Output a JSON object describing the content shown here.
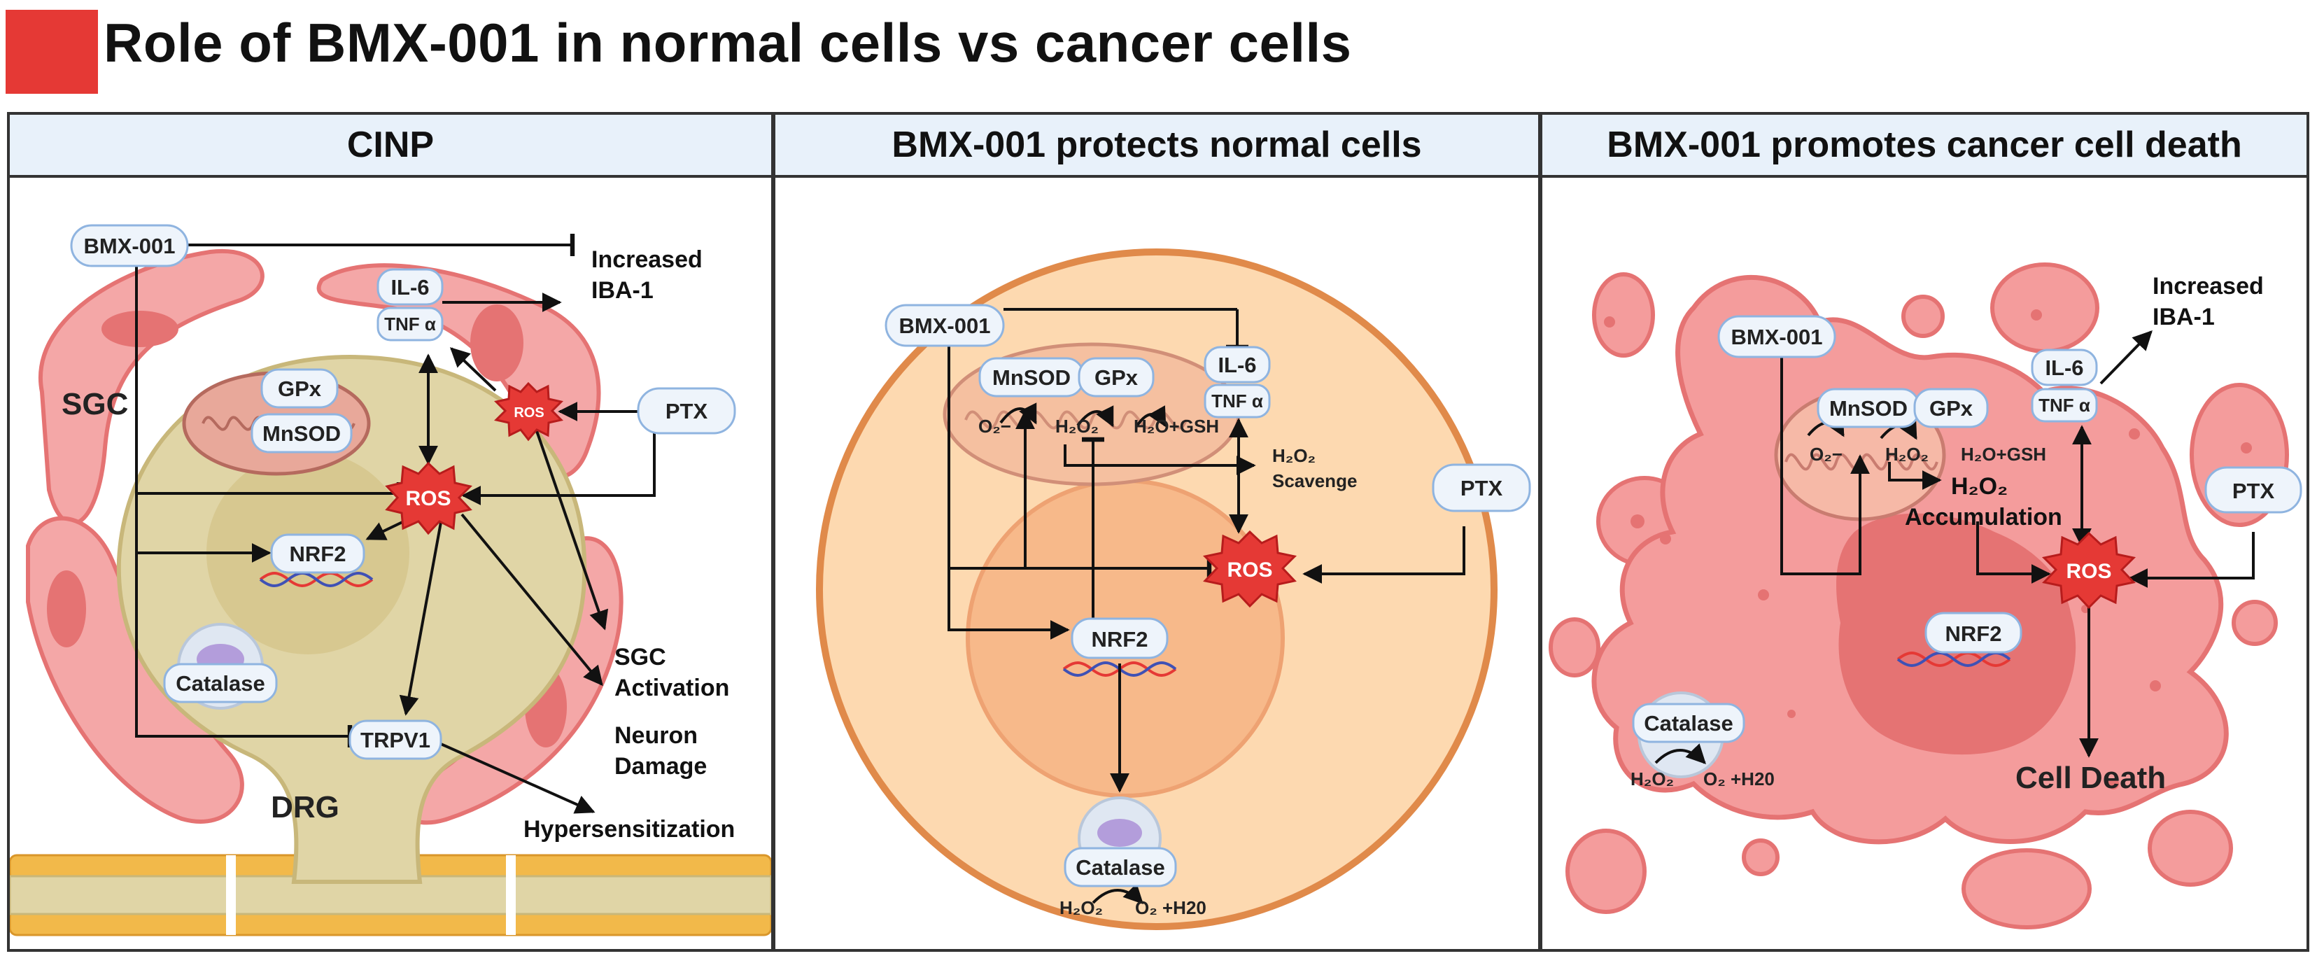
{
  "title": "Role of BMX-001 in normal cells vs cancer cells",
  "colors": {
    "title_square": "#e53935",
    "header_bg": "#e8f1fa",
    "pill_border": "#8fb4e0",
    "ros": "#e53935",
    "sgc": "#ef9a9a",
    "drg": "#e0d5a6",
    "normal_cell": "#fdd9b0",
    "cancer_cell": "#f28b8b"
  },
  "panel1": {
    "header": "CINP",
    "bmx": "BMX-001",
    "increased": "Increased",
    "iba": "IBA-1",
    "il6": "IL-6",
    "tnf": "TNF α",
    "gpx": "GPx",
    "mnsod": "MnSOD",
    "sgc": "SGC",
    "ros_small": "ROS",
    "ptx": "PTX",
    "ros": "ROS",
    "nrf2": "NRF2",
    "catalase": "Catalase",
    "trpv1": "TRPV1",
    "drg": "DRG",
    "sgc_activation_1": "SGC",
    "sgc_activation_2": "Activation",
    "neuron_1": "Neuron",
    "neuron_2": "Damage",
    "hyper": "Hypersensitization"
  },
  "panel2": {
    "header": "BMX-001 protects normal cells",
    "bmx": "BMX-001",
    "mnsod": "MnSOD",
    "gpx": "GPx",
    "il6": "IL-6",
    "tnf": "TNF α",
    "o2": "O₂−",
    "h2o2": "H₂O₂",
    "h2o_gsh": "H₂O+GSH",
    "scav_1": "H₂O₂",
    "scav_2": "Scavenge",
    "ptx": "PTX",
    "ros": "ROS",
    "nrf2": "NRF2",
    "catalase": "Catalase",
    "cat_h2o2": "H₂O₂",
    "cat_prod": "O₂ +H20"
  },
  "panel3": {
    "header": "BMX-001 promotes cancer cell death",
    "increased": "Increased",
    "iba": "IBA-1",
    "bmx": "BMX-001",
    "il6": "IL-6",
    "tnf": "TNF α",
    "mnsod": "MnSOD",
    "gpx": "GPx",
    "o2": "O₂−",
    "h2o2": "H₂O₂",
    "h2o_gsh": "H₂O+GSH",
    "acc_1": "H₂O₂",
    "acc_2": "Accumulation",
    "ptx": "PTX",
    "ros": "ROS",
    "nrf2": "NRF2",
    "catalase": "Catalase",
    "cat_h2o2": "H₂O₂",
    "cat_prod": "O₂ +H20",
    "death": "Cell Death"
  }
}
